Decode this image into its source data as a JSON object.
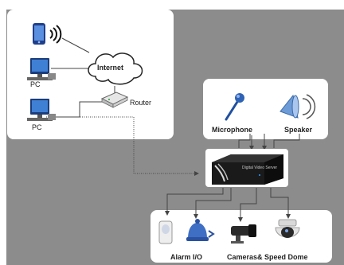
{
  "labels": {
    "internet": "Internet",
    "router": "Router",
    "pc_1": "PC",
    "pc_2": "PC",
    "microphone": "Microphone",
    "speaker": "Speaker",
    "alarm": "Alarm I/O",
    "cameras": "Cameras& Speed Dome",
    "dvr_text": "Digital Video Server"
  },
  "colors": {
    "background": "#8c8c8c",
    "panel": "#ffffff",
    "line": "#555555",
    "dvr_body": "#1a1a1a",
    "accent_blue": "#2f63b5"
  },
  "icons": [
    "phone-icon",
    "wifi-icon",
    "internet-cloud-icon",
    "pc-icon",
    "router-icon",
    "microphone-icon",
    "speaker-icon",
    "dvr-icon",
    "alarm-sensor-icon",
    "alarm-bell-icon",
    "bullet-camera-icon",
    "speed-dome-icon"
  ]
}
